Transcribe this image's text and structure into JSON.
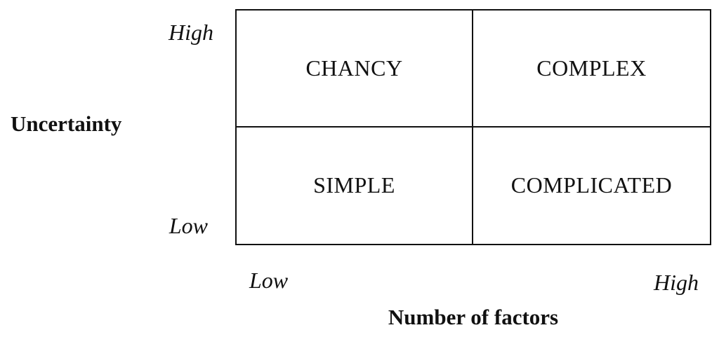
{
  "diagram": {
    "type": "2x2-matrix",
    "quadrants": [
      {
        "position": "top-left",
        "label": "CHANCY"
      },
      {
        "position": "top-right",
        "label": "COMPLEX"
      },
      {
        "position": "bottom-left",
        "label": "SIMPLE"
      },
      {
        "position": "bottom-right",
        "label": "COMPLICATED"
      }
    ],
    "y_axis": {
      "title": "Uncertainty",
      "high_label": "High",
      "low_label": "Low"
    },
    "x_axis": {
      "title": "Number of factors",
      "low_label": "Low",
      "high_label": "High"
    },
    "colors": {
      "line": "#111111",
      "text": "#111111",
      "background": "#ffffff"
    }
  }
}
